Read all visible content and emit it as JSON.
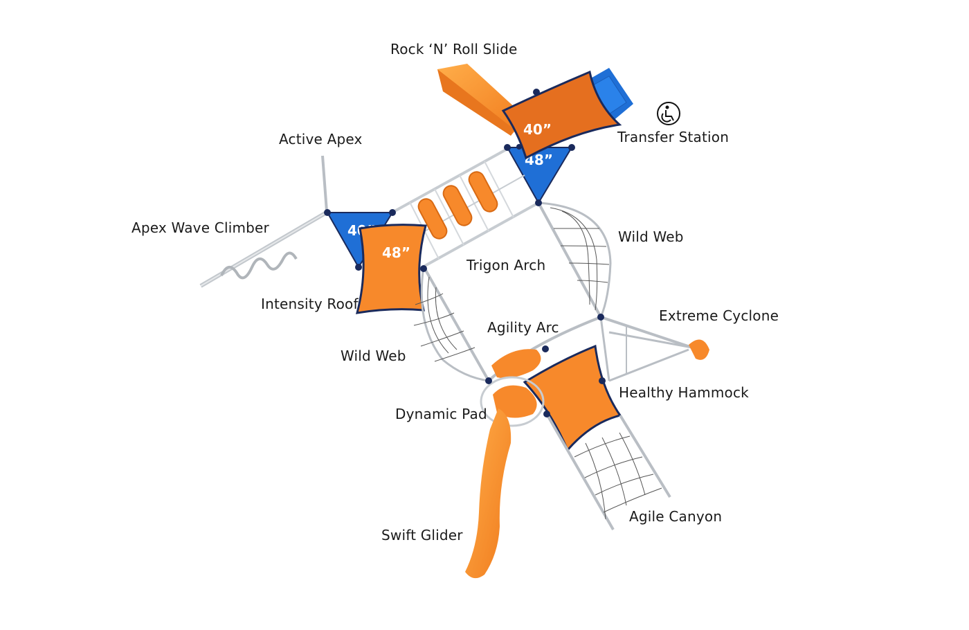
{
  "labels": {
    "rock_n_roll_slide": "Rock ‘N’ Roll Slide",
    "transfer_station": "Transfer Station",
    "active_apex": "Active Apex",
    "apex_wave_climber": "Apex Wave Climber",
    "intensity_roof": "Intensity Roof",
    "trigon_arch": "Trigon Arch",
    "wild_web_right": "Wild Web",
    "wild_web_left": "Wild Web",
    "extreme_cyclone": "Extreme Cyclone",
    "agility_arc": "Agility Arc",
    "healthy_hammock": "Healthy Hammock",
    "dynamic_pad": "Dynamic Pad",
    "agile_canyon": "Agile Canyon",
    "swift_glider": "Swift Glider"
  },
  "deck_heights": {
    "top_roof": "40”",
    "top_deck": "48”",
    "left_deck": "40”",
    "left_roof": "48”"
  },
  "icons": {
    "accessibility": "wheelchair-icon"
  },
  "colors": {
    "orange": "#f7892b",
    "dark_orange": "#e56f1f",
    "blue": "#1f6fd6",
    "navy": "#1a2a5c",
    "steel": "#b9bec4"
  }
}
